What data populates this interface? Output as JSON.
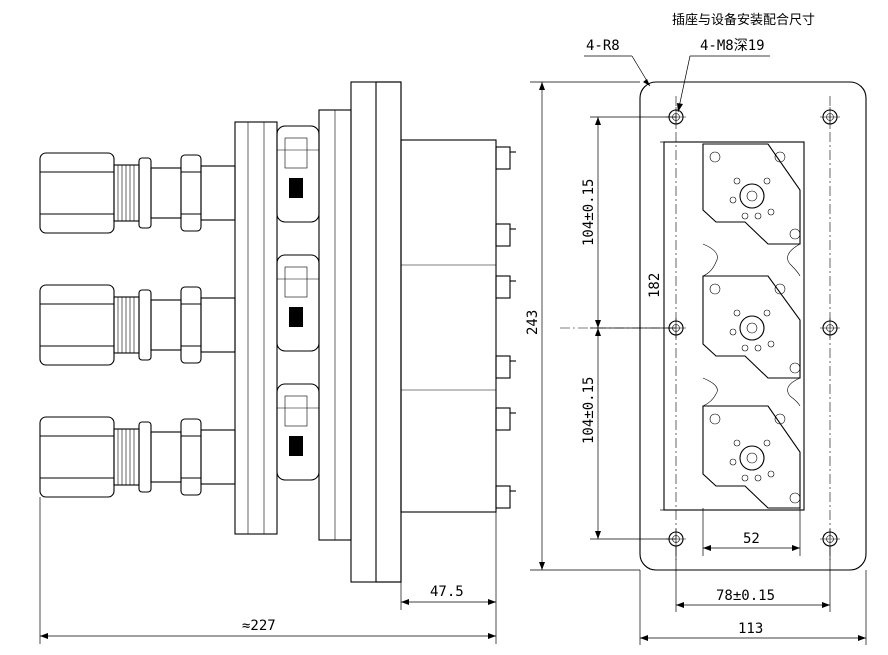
{
  "title": "插座与设备安装配合尺寸",
  "labels": {
    "radius": "4-R8",
    "holes": "4-M8深19",
    "dim_104_top": "104±0.15",
    "dim_104_bottom": "104±0.15",
    "dim_182": "182",
    "dim_243": "243",
    "dim_52": "52",
    "dim_78": "78±0.15",
    "dim_113": "113",
    "dim_47_5": "47.5",
    "dim_227": "≈227"
  }
}
